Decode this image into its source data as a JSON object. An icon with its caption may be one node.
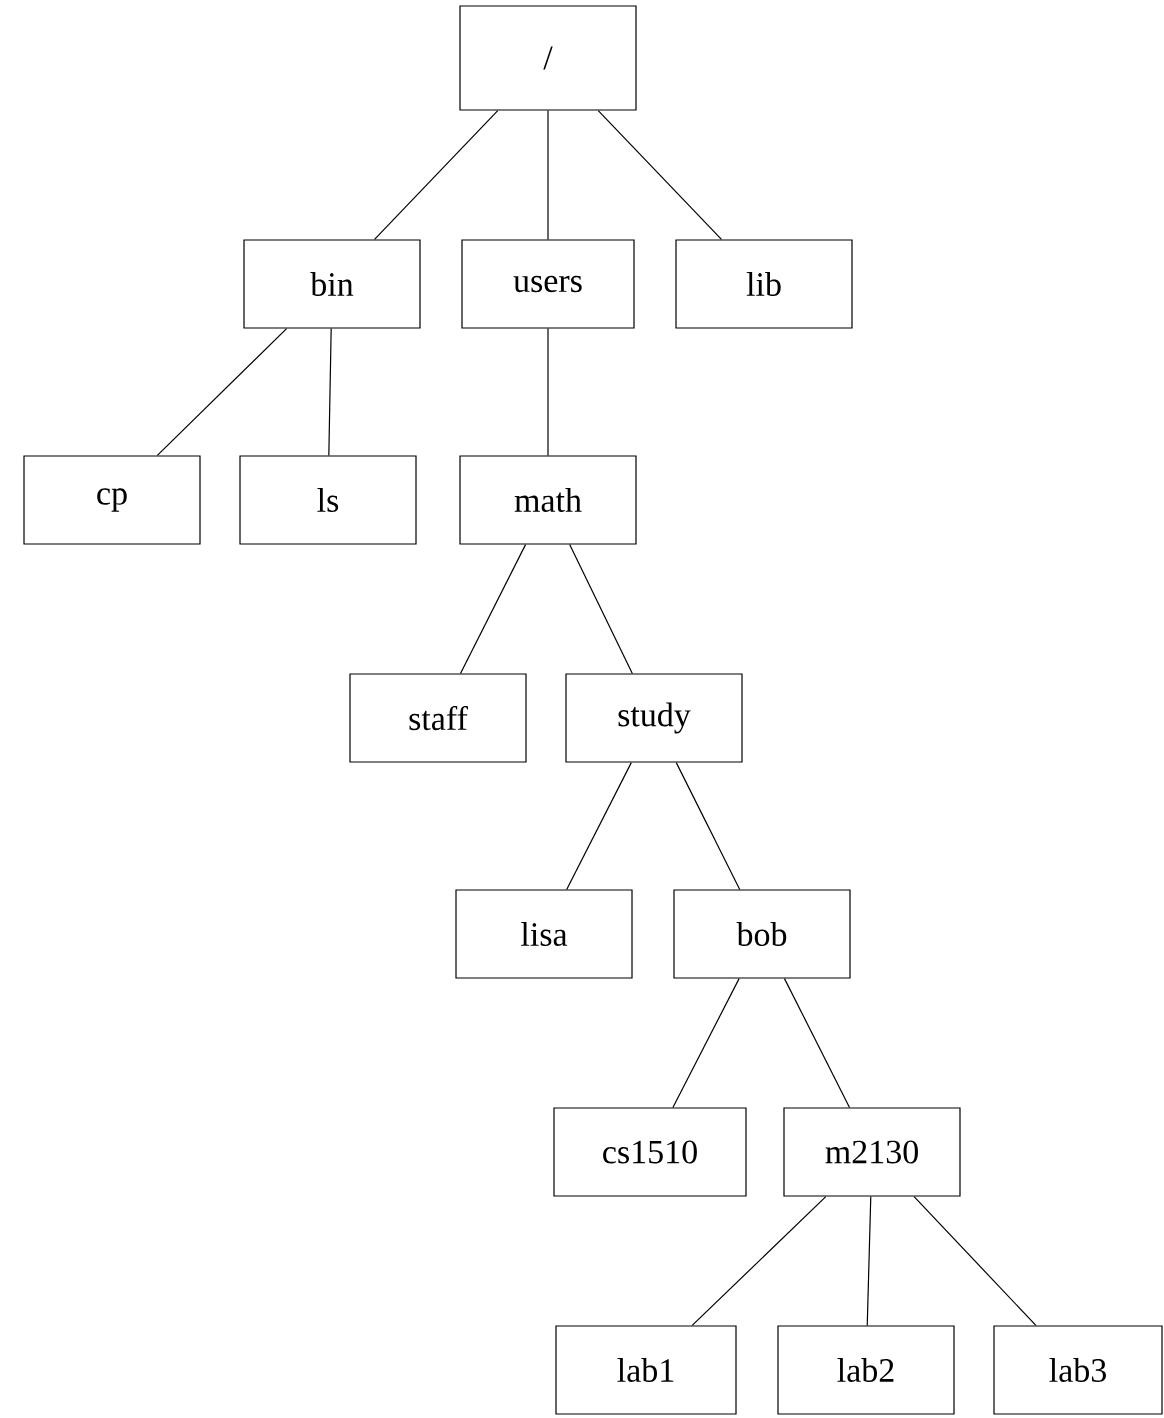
{
  "diagram": {
    "nodes": [
      {
        "text": [
          "/"
        ]
      },
      {
        "text": [
          "bin"
        ]
      },
      {
        "text": [
          "users"
        ]
      },
      {
        "text": [
          "lib"
        ]
      },
      {
        "text": [
          "cp"
        ]
      },
      {
        "text": [
          "ls"
        ]
      },
      {
        "text": [
          "math"
        ]
      },
      {
        "text": [
          "staff"
        ]
      },
      {
        "text": [
          "study"
        ]
      },
      {
        "text": [
          "lisa"
        ]
      },
      {
        "text": [
          "bob"
        ]
      },
      {
        "text": [
          "cs1510"
        ]
      },
      {
        "text": [
          "m2130"
        ]
      },
      {
        "text": [
          "lab1"
        ]
      },
      {
        "text": [
          "lab2"
        ]
      },
      {
        "text": [
          "lab3"
        ]
      }
    ],
    "edges": [
      {
        "from": 0,
        "to": 1,
        "arrow": "none"
      },
      {
        "from": 0,
        "to": 2,
        "arrow": "none"
      },
      {
        "from": 0,
        "to": 3,
        "arrow": "none"
      },
      {
        "from": 1,
        "to": 4,
        "arrow": "none"
      },
      {
        "from": 1,
        "to": 5,
        "arrow": "none"
      },
      {
        "from": 2,
        "to": 6,
        "arrow": "none"
      },
      {
        "from": 6,
        "to": 7,
        "arrow": "none"
      },
      {
        "from": 6,
        "to": 8,
        "arrow": "none"
      },
      {
        "from": 8,
        "to": 9,
        "arrow": "none"
      },
      {
        "from": 8,
        "to": 10,
        "arrow": "none"
      },
      {
        "from": 10,
        "to": 11,
        "arrow": "none"
      },
      {
        "from": 10,
        "to": 12,
        "arrow": "none"
      },
      {
        "from": 12,
        "to": 13,
        "arrow": "none"
      },
      {
        "from": 12,
        "to": 14,
        "arrow": "none"
      },
      {
        "from": 12,
        "to": 15,
        "arrow": "none"
      }
    ]
  }
}
